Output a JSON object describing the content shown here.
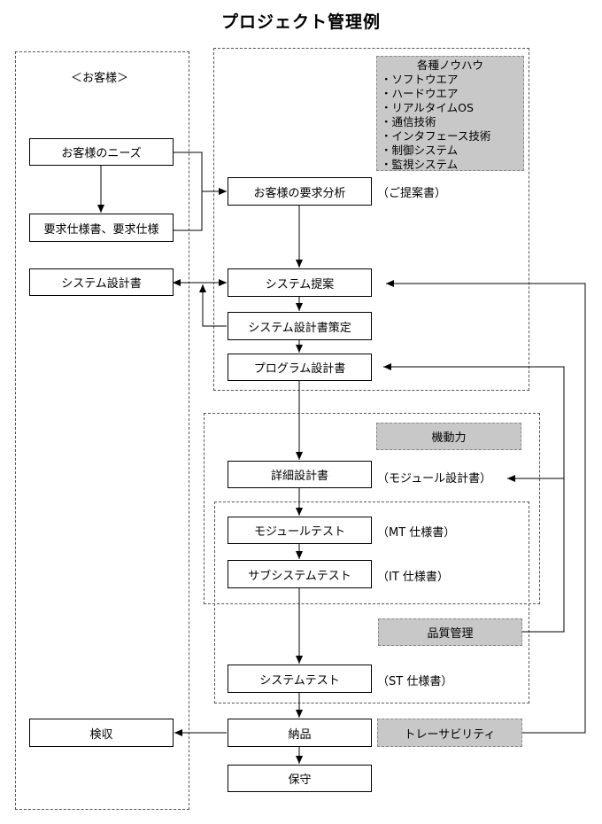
{
  "title": "プロジェクト管理例",
  "customer_label": "＜お客様＞",
  "knowhow": {
    "title": "各種ノウハウ",
    "items": [
      "・ソフトウエア",
      "・ハードウエア",
      "・リアルタイムOS",
      "・通信技術",
      "・インタフェース技術",
      "・制御システム",
      "・監視システム"
    ]
  },
  "boxes": {
    "customer_needs": "お客様のニーズ",
    "requirements_spec": "要求仕様書、要求仕様",
    "system_design_doc": "システム設計書",
    "inspection": "検収",
    "requirements_analysis": "お客様の要求分析",
    "system_proposal": "システム提案",
    "system_design_formulation": "システム設計書策定",
    "program_design_doc": "プログラム設計書",
    "detailed_design_doc": "詳細設計書",
    "module_test": "モジュールテスト",
    "subsystem_test": "サブシステムテスト",
    "system_test": "システムテスト",
    "delivery": "納品",
    "maintenance": "保守"
  },
  "notes": {
    "proposal_doc": "（ご提案書）",
    "module_design_doc": "（モジュール設計書）",
    "mt_spec": "（MT 仕様書）",
    "it_spec": "（IT 仕様書）",
    "st_spec": "（ST 仕様書）"
  },
  "gray_boxes": {
    "mobility": "機動力",
    "quality_control": "品質管理",
    "traceability": "トレーサビリティ"
  }
}
